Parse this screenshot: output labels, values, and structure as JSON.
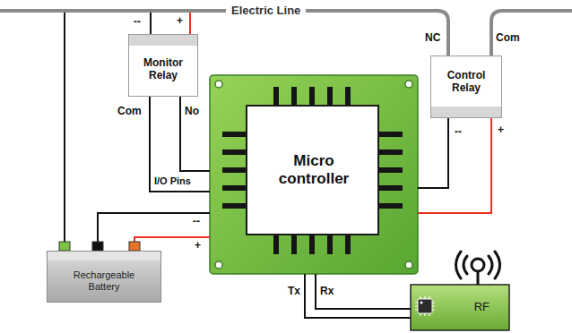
{
  "diagram": {
    "nodes": [
      {
        "text": [
          "Monitor Relay"
        ]
      },
      {
        "text": [
          "Control Relay"
        ]
      },
      {
        "text": [
          "Micro controller"
        ]
      },
      {
        "text": [
          "Rechargeable Battery"
        ]
      },
      {
        "text": [
          "RF"
        ]
      }
    ],
    "edges": [
      {
        "from": 0,
        "to": 2,
        "arrow": "none"
      },
      {
        "from": 0,
        "to": 2,
        "arrow": "none"
      },
      {
        "from": 1,
        "to": 2,
        "arrow": "none"
      },
      {
        "from": 1,
        "to": 2,
        "arrow": "none"
      },
      {
        "from": 3,
        "to": 2,
        "label": "--",
        "arrow": "none"
      },
      {
        "from": 3,
        "to": 2,
        "label": "+",
        "arrow": "none"
      },
      {
        "from": 2,
        "to": 4,
        "label": "Tx",
        "arrow": "none"
      },
      {
        "from": 2,
        "to": 4,
        "label": "Rx",
        "arrow": "none"
      }
    ],
    "labels": [
      "Electric Line",
      "--",
      "+",
      "Com",
      "No",
      "I/O Pins",
      "NC",
      "Com",
      "--",
      "+"
    ]
  }
}
